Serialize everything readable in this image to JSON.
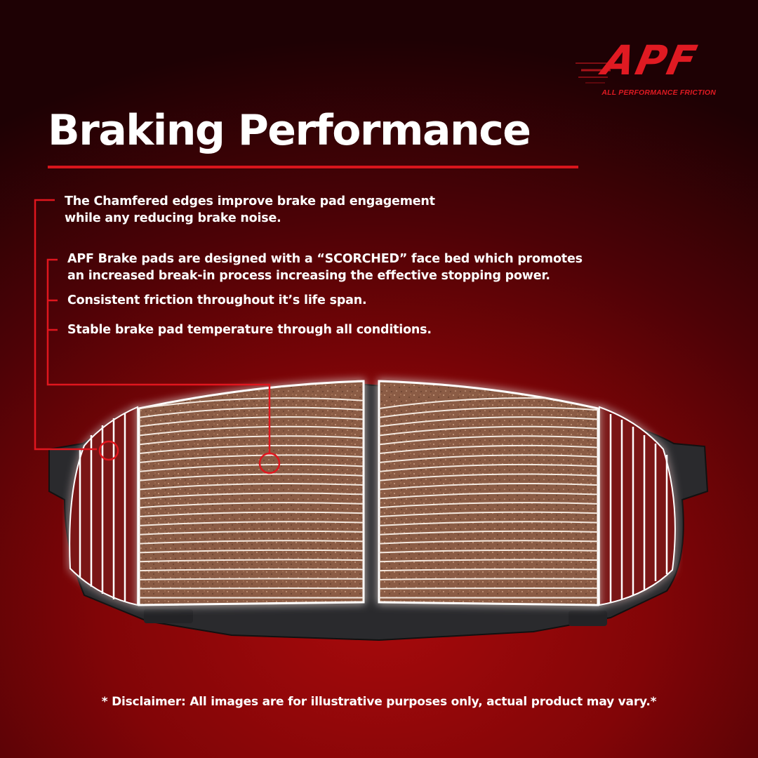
{
  "brand": {
    "logo_text": "APF",
    "tagline": "ALL PERFORMANCE FRICTION",
    "accent_color": "#e01a22"
  },
  "title": "Braking Performance",
  "features": [
    {
      "line1": "The Chamfered edges improve brake pad engagement",
      "line2": "while any reducing brake noise."
    },
    {
      "line1": "APF Brake pads are designed with a “SCORCHED” face bed which promotes",
      "line2": "an increased break-in process increasing the effective stopping power."
    },
    {
      "line1": "Consistent friction throughout it’s life span."
    },
    {
      "line1": "Stable brake pad temperature through all conditions."
    }
  ],
  "disclaimer": "* Disclaimer: All images are for illustrative purposes only, actual product may vary.*",
  "colors": {
    "background_center": "#a80a0c",
    "background_edge": "#1e0104",
    "callout_line": "#e0161e",
    "pad_friction": "#8a5a44",
    "pad_backing": "#2a2a2c"
  }
}
